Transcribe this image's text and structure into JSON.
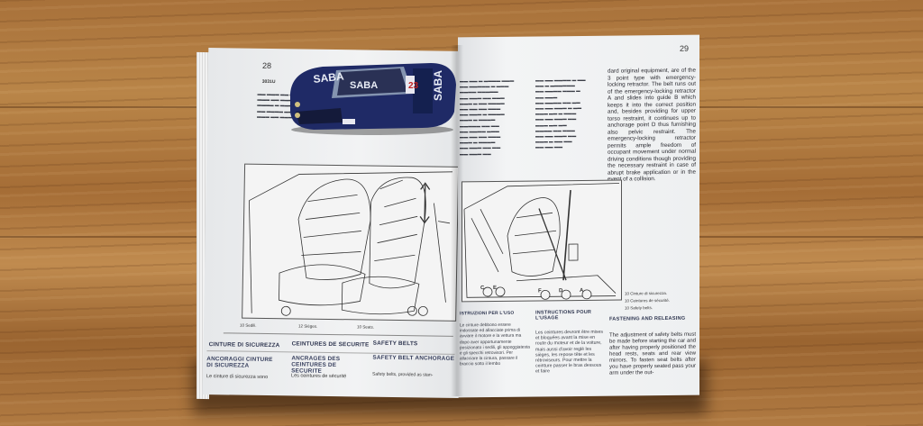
{
  "left_page": {
    "page_number": "28",
    "header_code": "3031U",
    "figure_captions": [
      "10 Sedili.",
      "12 Sièges.",
      "10 Seats."
    ],
    "section_headings": [
      "CINTURE DI SICUREZZA",
      "CEINTURES DE SECURITE",
      "SAFETY BELTS"
    ],
    "sub_headings": [
      "ANCORAGGI CINTURE DI SICUREZZA",
      "ANCRAGES DES CEINTURES DE SECURITE",
      "SAFETY BELT ANCHORAGE"
    ],
    "body_starts": [
      "Le cinture di sicurezza sono",
      "Les ceintures de sécurité",
      "Safety belts, provided as stan-"
    ]
  },
  "right_page": {
    "page_number": "29",
    "english_column": "dard original equipment, are of the 3 point type with emergency-locking retractor. The belt runs out of the emergency-locking retractor A and slides into guide B which keeps it into the correct position and, besides providing for upper torso restraint, it continues up to anchorage point D thus furnishing also pelvic restraint. The emergency-locking retractor permits ample freedom of occupant movement under normal driving conditions though providing the necessary restraint in case of abrupt brake application or in the event of a collision.",
    "figure_labels": [
      "C",
      "E",
      "F",
      "D",
      "A"
    ],
    "legend": [
      "10 Cinture di sicurezza.",
      "10 Ceintures de sécurité.",
      "10 Safety belts."
    ],
    "section_headings": [
      "ISTRUZIONI PER L'USO",
      "INSTRUCTIONS POUR L'USAGE",
      "FASTENING AND RELEASING"
    ],
    "english_body": "The adjustment of safety belts must be made before starting the car and after having properly positioned the head rests, seats and rear view mirrors. To fasten seat belts after you have properly seated pass your arm under the out-",
    "french_body": "Les ceintures devront être mises et bloquées avant la mise en route du moteur et de la voiture, mais aussi d'avoir reglé les sièges, les repose tête et les rétroviseurs. Pour mettre la ceinture passer le bras dessous et faire",
    "italian_body": "Le cinture debbono essere indossate ed allacciate prima di avviare il motore e la vettura ma dopo aver opportunamente posizionato i sedili, gli appoggiatesta e gli specchi retrovisori. Per allacciare la cintura, passare il braccio sotto il lembo"
  },
  "toy_car": {
    "livery": [
      "SABA",
      "SABA",
      "SABA"
    ],
    "race_number": "23",
    "color": "#1f2a66"
  }
}
